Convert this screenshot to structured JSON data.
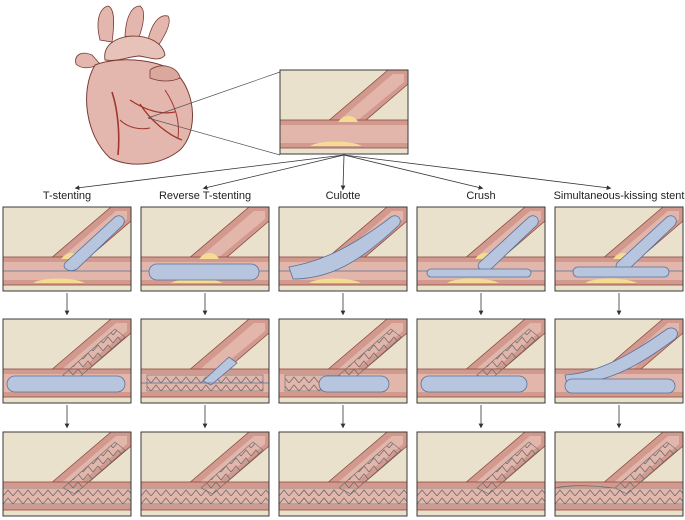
{
  "columns": [
    {
      "key": "t-stenting",
      "label": "T-stenting"
    },
    {
      "key": "reverse-t-stenting",
      "label": "Reverse T-stenting"
    },
    {
      "key": "culotte",
      "label": "Culotte"
    },
    {
      "key": "crush",
      "label": "Crush"
    },
    {
      "key": "simultaneous-kissing-stent",
      "label": "Simultaneous-kissing stent"
    }
  ],
  "rows": 3,
  "colors": {
    "panel_bg": "#e9e1cc",
    "wall": "#d29a8e",
    "lumen": "#e2b6ab",
    "wall_edge": "#8c4a40",
    "plaque": "#f4dc92",
    "balloon": "#b7c6de",
    "balloon_edge": "#58709a",
    "stent": "#6d6d6d",
    "heart": "#e3b7ae",
    "heart_edge": "#7a3d36",
    "artery": "#a0362e",
    "frame": "#3a3a3a"
  },
  "icons": {
    "heart": "heart-illustration",
    "magnifier": "detail-callout-lines",
    "arrow": "arrow-down-icon"
  }
}
